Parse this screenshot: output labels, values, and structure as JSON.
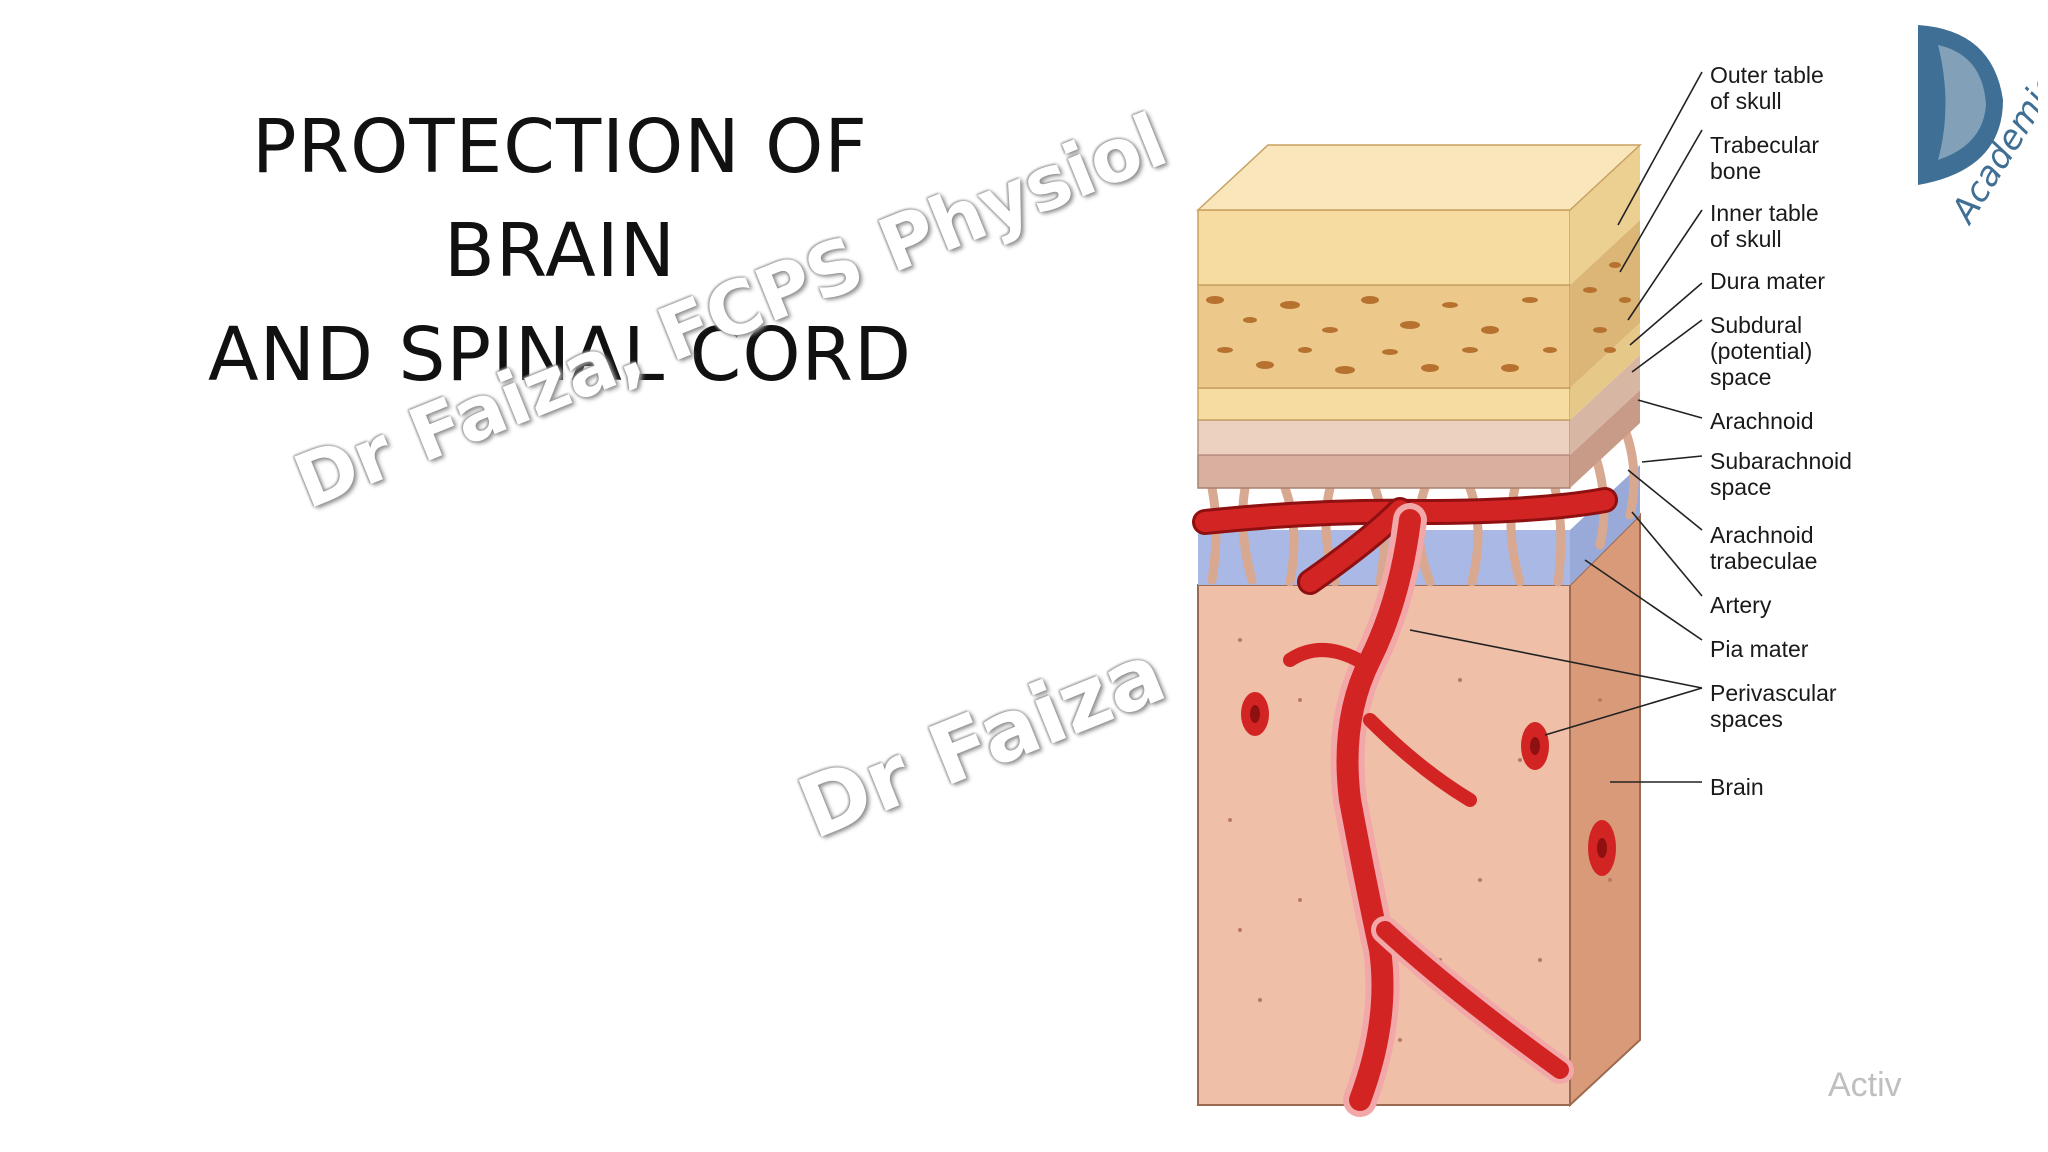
{
  "slide": {
    "title_line1": "PROTECTION OF BRAIN",
    "title_line2": "AND SPINAL CORD",
    "watermark_top": "Dr Faiza, FCPS Physiol",
    "watermark_bottom": "Dr Faiza",
    "activation_hint": "Activ"
  },
  "logo": {
    "text": "Academics",
    "icon": "head-profile-icon",
    "color": "#3f6f94"
  },
  "diagram": {
    "labels": [
      {
        "id": "outer-table",
        "lines": [
          "Outer table",
          "of skull"
        ]
      },
      {
        "id": "trabecular-bone",
        "lines": [
          "Trabecular",
          "bone"
        ]
      },
      {
        "id": "inner-table",
        "lines": [
          "Inner table",
          "of skull"
        ]
      },
      {
        "id": "dura-mater",
        "lines": [
          "Dura mater"
        ]
      },
      {
        "id": "subdural-space",
        "lines": [
          "Subdural",
          "(potential)",
          "space"
        ]
      },
      {
        "id": "arachnoid",
        "lines": [
          "Arachnoid"
        ]
      },
      {
        "id": "subarachnoid-space",
        "lines": [
          "Subarachnoid",
          "space"
        ]
      },
      {
        "id": "arachnoid-trabeculae",
        "lines": [
          "Arachnoid",
          "trabeculae"
        ]
      },
      {
        "id": "artery",
        "lines": [
          "Artery"
        ]
      },
      {
        "id": "pia-mater",
        "lines": [
          "Pia mater"
        ]
      },
      {
        "id": "perivascular-spaces",
        "lines": [
          "Perivascular",
          "spaces"
        ]
      },
      {
        "id": "brain",
        "lines": [
          "Brain"
        ]
      }
    ],
    "colors": {
      "skull_outer": "#f6dca0",
      "trabecular": "#ecc98a",
      "trabecular_spots": "#b7722f",
      "dura": "#e8c8b8",
      "arachnoid": "#d9b0a0",
      "csf": "#aab8e6",
      "brain": "#f0bfa8",
      "brain_side": "#d99a7a",
      "artery": "#d32424",
      "artery_dark": "#8e1010"
    }
  }
}
